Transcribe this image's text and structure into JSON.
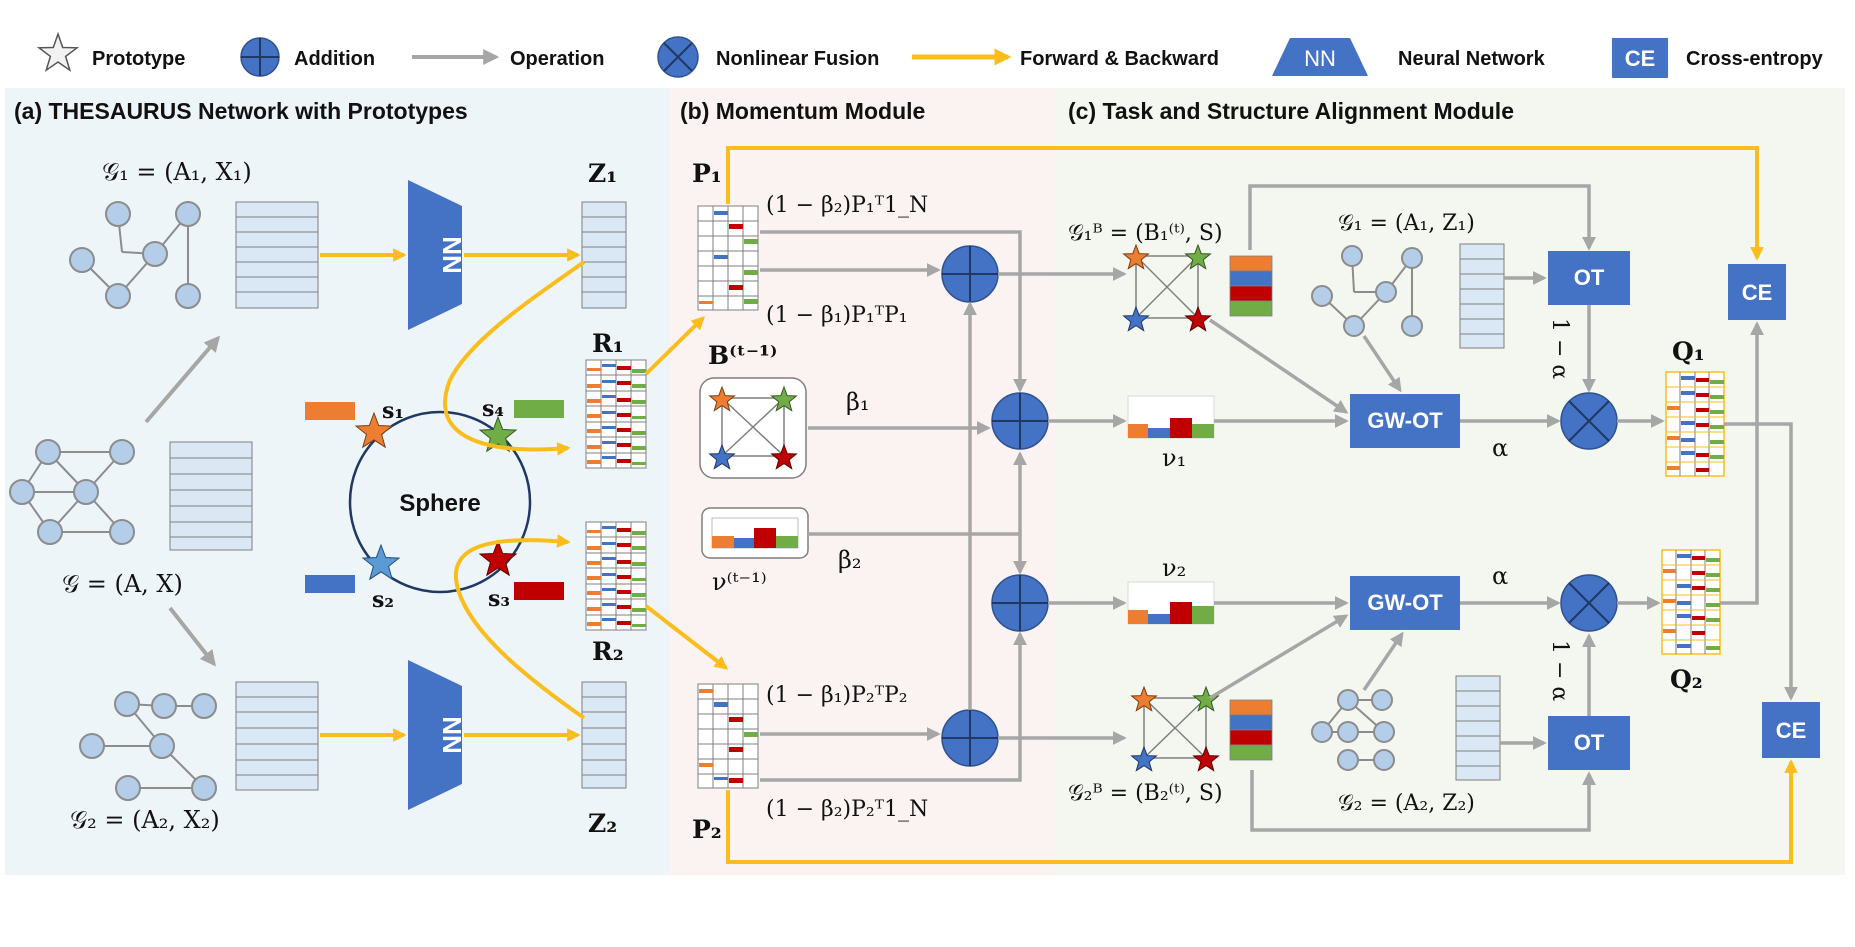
{
  "legend": {
    "prototype": "Prototype",
    "addition": "Addition",
    "operation": "Operation",
    "nonlinear_fusion": "Nonlinear Fusion",
    "forward_backward": "Forward & Backward",
    "nn_label": "NN",
    "neural_network": "Neural Network",
    "ce_label": "CE",
    "cross_entropy": "Cross-entropy"
  },
  "panels": {
    "a_title": "(a) THESAURUS Network with Prototypes",
    "b_title": "(b) Momentum Module",
    "c_title": "(c) Task and Structure Alignment Module"
  },
  "panel_a": {
    "g1_label": "𝒢₁ = (A₁, X₁)",
    "g_label": "𝒢 = (A, X)",
    "g2_label": "𝒢₂ = (A₂, X₂)",
    "nn_top": "NN",
    "nn_bottom": "NN",
    "sphere": "Sphere",
    "s1": "s₁",
    "s2": "s₂",
    "s3": "s₃",
    "s4": "s₄",
    "z1": "Z₁",
    "r1": "R₁",
    "r2": "R₂",
    "z2": "Z₂"
  },
  "panel_b": {
    "p1": "P₁",
    "p2": "P₂",
    "expr_p1_top": "(1 − β₂)P₁ᵀ1_N",
    "expr_p1_bottom": "(1 − β₁)P₁ᵀP₁",
    "b_prev": "B⁽ᵗ⁻¹⁾",
    "beta1": "β₁",
    "beta2": "β₂",
    "nu_prev": "ν⁽ᵗ⁻¹⁾",
    "expr_p2_top": "(1 − β₁)P₂ᵀP₂",
    "expr_p2_bottom": "(1 − β₂)P₂ᵀ1_N"
  },
  "panel_c": {
    "g1b_label": "𝒢₁ᴮ = (B₁⁽ᵗ⁾, S)",
    "g1_label": "𝒢₁ = (A₁, Z₁)",
    "g2b_label": "𝒢₂ᴮ = (B₂⁽ᵗ⁾, S)",
    "g2_label": "𝒢₂ = (A₂, Z₂)",
    "ot": "OT",
    "gwot": "GW-OT",
    "nu1": "ν₁",
    "nu2": "ν₂",
    "alpha": "α",
    "one_minus_alpha": "1 − α",
    "q1": "Q₁",
    "q2": "Q₂",
    "ce": "CE"
  },
  "colors": {
    "nn_blue": "#4472c4",
    "forward_yellow": "#fbbd1b",
    "operation_gray": "#a6a6a6",
    "proto_orange": "#ed7d31",
    "proto_green": "#70ad47",
    "proto_blue": "#4472c4",
    "proto_red": "#c00000",
    "node_fill": "#b4cde8",
    "panel_a_bg": "#eef5f9",
    "panel_b_bg": "#fbf3f2",
    "panel_c_bg": "#f3f7f0"
  }
}
